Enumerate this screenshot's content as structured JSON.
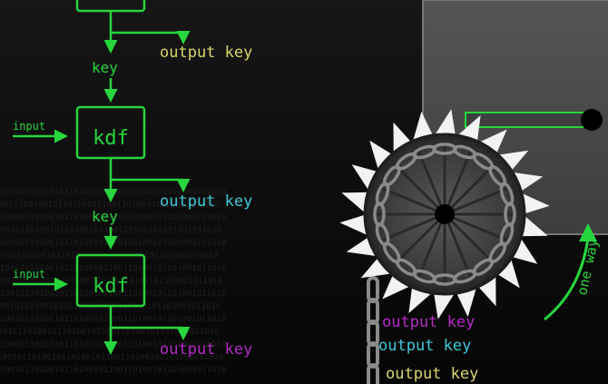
{
  "diagram": {
    "labels": {
      "key_1": "key",
      "key_2": "key",
      "input_1": "input",
      "input_2": "input",
      "kdf_1": "kdf",
      "kdf_2": "kdf",
      "output_1": "output key",
      "output_2": "output key",
      "output_3": "output key",
      "spill_1": "output key",
      "spill_2": "output key",
      "spill_3": "output key",
      "one_way": "one way"
    },
    "colors": {
      "chain_green": "#27d63d",
      "output_yellow": "#d9d66b",
      "output_cyan": "#3fc8d8",
      "output_magenta": "#b52bc8",
      "machine_gray": "#4a4a4a"
    },
    "background_digits": "1001011010010110100101100110100101101001011010"
  }
}
